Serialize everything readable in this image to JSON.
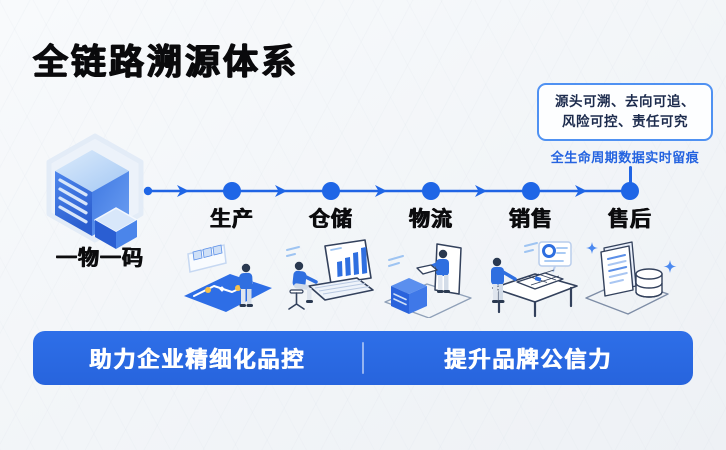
{
  "page": {
    "title": "全链路溯源体系"
  },
  "callout": {
    "line1": "源头可溯、去向可追、",
    "line2": "风险可控、责任可究",
    "subtext": "全生命周期数据实时留痕"
  },
  "source": {
    "label": "一物一码",
    "icon": "isometric-server-cube-icon"
  },
  "timeline": {
    "stages": [
      {
        "label": "生产",
        "illustration": "production-line-illustration"
      },
      {
        "label": "仓储",
        "illustration": "warehouse-laptop-illustration"
      },
      {
        "label": "物流",
        "illustration": "logistics-package-illustration"
      },
      {
        "label": "销售",
        "illustration": "sales-counter-illustration"
      },
      {
        "label": "售后",
        "illustration": "aftersales-records-illustration"
      }
    ]
  },
  "banner": {
    "left_text": "助力企业精细化品控",
    "right_text": "提升品牌公信力"
  },
  "colors": {
    "accent_blue": "#2064e4",
    "banner_blue": "#2a6be4",
    "callout_border": "#4f91f2",
    "callout_text": "#1c2b4d",
    "timeline_dot": "#1f66e6",
    "title_black": "#0a0a0c",
    "background": "#f2f5f8"
  }
}
